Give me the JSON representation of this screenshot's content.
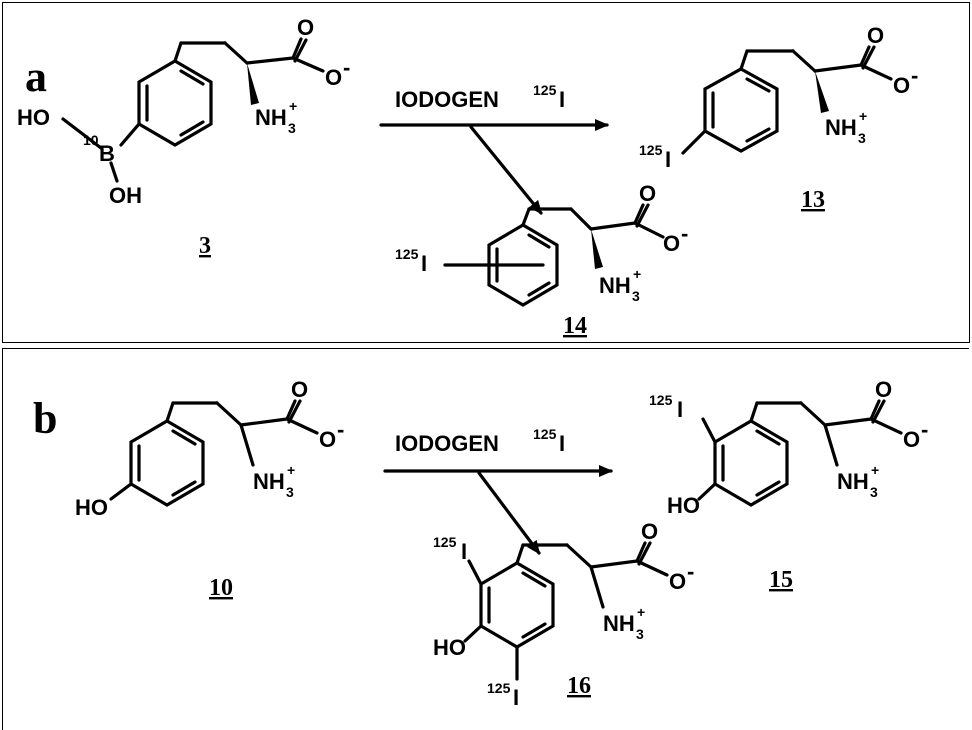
{
  "panel_a": {
    "letter": "a",
    "reagent_main": "IODOGEN",
    "reagent_isotope_mass": "125",
    "reagent_isotope_symbol": "I",
    "compounds": {
      "c3": "3",
      "c13": "13",
      "c14": "14"
    },
    "atoms": {
      "O": "O",
      "O_minus": "-",
      "NH3": "NH",
      "sub3": "3",
      "plus": "+",
      "HO": "HO",
      "OH": "OH",
      "B": "B",
      "B_isotope": "10",
      "I": "I",
      "I_isotope": "125"
    }
  },
  "panel_b": {
    "letter": "b",
    "reagent_main": "IODOGEN",
    "reagent_isotope_mass": "125",
    "reagent_isotope_symbol": "I",
    "compounds": {
      "c10": "10",
      "c15": "15",
      "c16": "16"
    },
    "atoms": {
      "O": "O",
      "O_minus": "-",
      "NH3": "NH",
      "sub3": "3",
      "plus": "+",
      "HO": "HO",
      "I": "I",
      "I_isotope": "125"
    }
  }
}
